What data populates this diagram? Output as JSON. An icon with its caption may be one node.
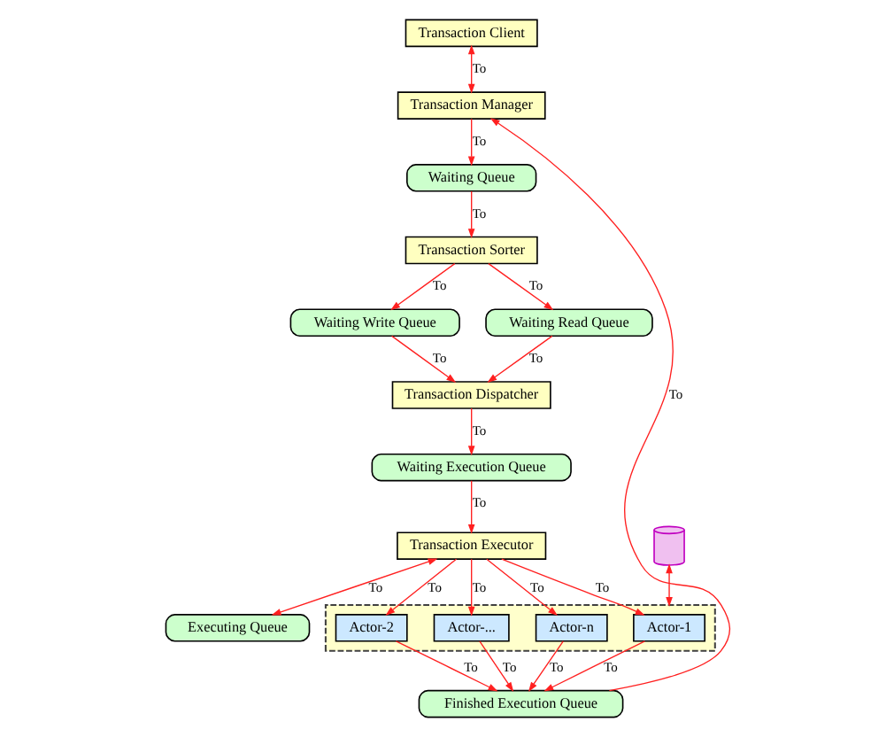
{
  "diagram": {
    "nodes": [
      {
        "text": [
          "Transaction Client"
        ]
      },
      {
        "text": [
          "Transaction Manager"
        ]
      },
      {
        "text": [
          "Waiting Queue"
        ]
      },
      {
        "text": [
          "Transaction Sorter"
        ]
      },
      {
        "text": [
          "Waiting Read Queue"
        ]
      },
      {
        "text": [
          "Waiting Write Queue"
        ]
      },
      {
        "text": [
          "Transaction Dispatcher"
        ]
      },
      {
        "text": [
          "Waiting Execution Queue"
        ]
      },
      {
        "text": [
          "Transaction Executor"
        ]
      },
      {
        "text": [
          "Executing Queue"
        ]
      },
      {
        "text": [],
        "shape": "box"
      },
      {
        "text": [
          "Actor-1"
        ],
        "in": 10
      },
      {
        "text": [
          "Actor-2"
        ],
        "in": 10
      },
      {
        "text": [
          "Actor-..."
        ],
        "in": 10
      },
      {
        "text": [
          "Actor-n"
        ],
        "in": 10
      },
      {
        "text": [],
        "shape": "cylinder"
      },
      {
        "text": [
          "Finished Execution Queue"
        ]
      }
    ],
    "edges": [
      {
        "from": 0,
        "to": 1,
        "arrow": "both",
        "label": "To"
      },
      {
        "from": 1,
        "to": 2,
        "arrow": "to",
        "label": "To"
      },
      {
        "from": 2,
        "to": 3,
        "arrow": "to",
        "label": "To"
      },
      {
        "from": 3,
        "to": 4,
        "arrow": "to",
        "label": "To"
      },
      {
        "from": 3,
        "to": 5,
        "arrow": "to",
        "label": "To"
      },
      {
        "from": 5,
        "to": 6,
        "arrow": "to",
        "label": "To"
      },
      {
        "from": 4,
        "to": 6,
        "arrow": "to",
        "label": "To"
      },
      {
        "from": 6,
        "to": 7,
        "arrow": "to",
        "label": "To"
      },
      {
        "from": 7,
        "to": 8,
        "arrow": "to",
        "label": "To"
      },
      {
        "from": 8,
        "to": 9,
        "arrow": "both",
        "label": "To"
      },
      {
        "from": 8,
        "to": 11,
        "arrow": "to",
        "label": "To"
      },
      {
        "from": 8,
        "to": 12,
        "arrow": "to",
        "label": "To"
      },
      {
        "from": 8,
        "to": 13,
        "arrow": "to",
        "label": "To"
      },
      {
        "from": 8,
        "to": 14,
        "arrow": "to",
        "label": "To"
      },
      {
        "from": 11,
        "to": 16,
        "arrow": "to",
        "label": "To"
      },
      {
        "from": 12,
        "to": 16,
        "arrow": "to",
        "label": "To"
      },
      {
        "from": 13,
        "to": 16,
        "arrow": "to",
        "label": "To"
      },
      {
        "from": 14,
        "to": 16,
        "arrow": "to",
        "label": "To"
      },
      {
        "from": 15,
        "to": 10,
        "arrow": "both"
      },
      {
        "from": 16,
        "to": 1,
        "arrow": "to",
        "label": "To"
      }
    ]
  }
}
